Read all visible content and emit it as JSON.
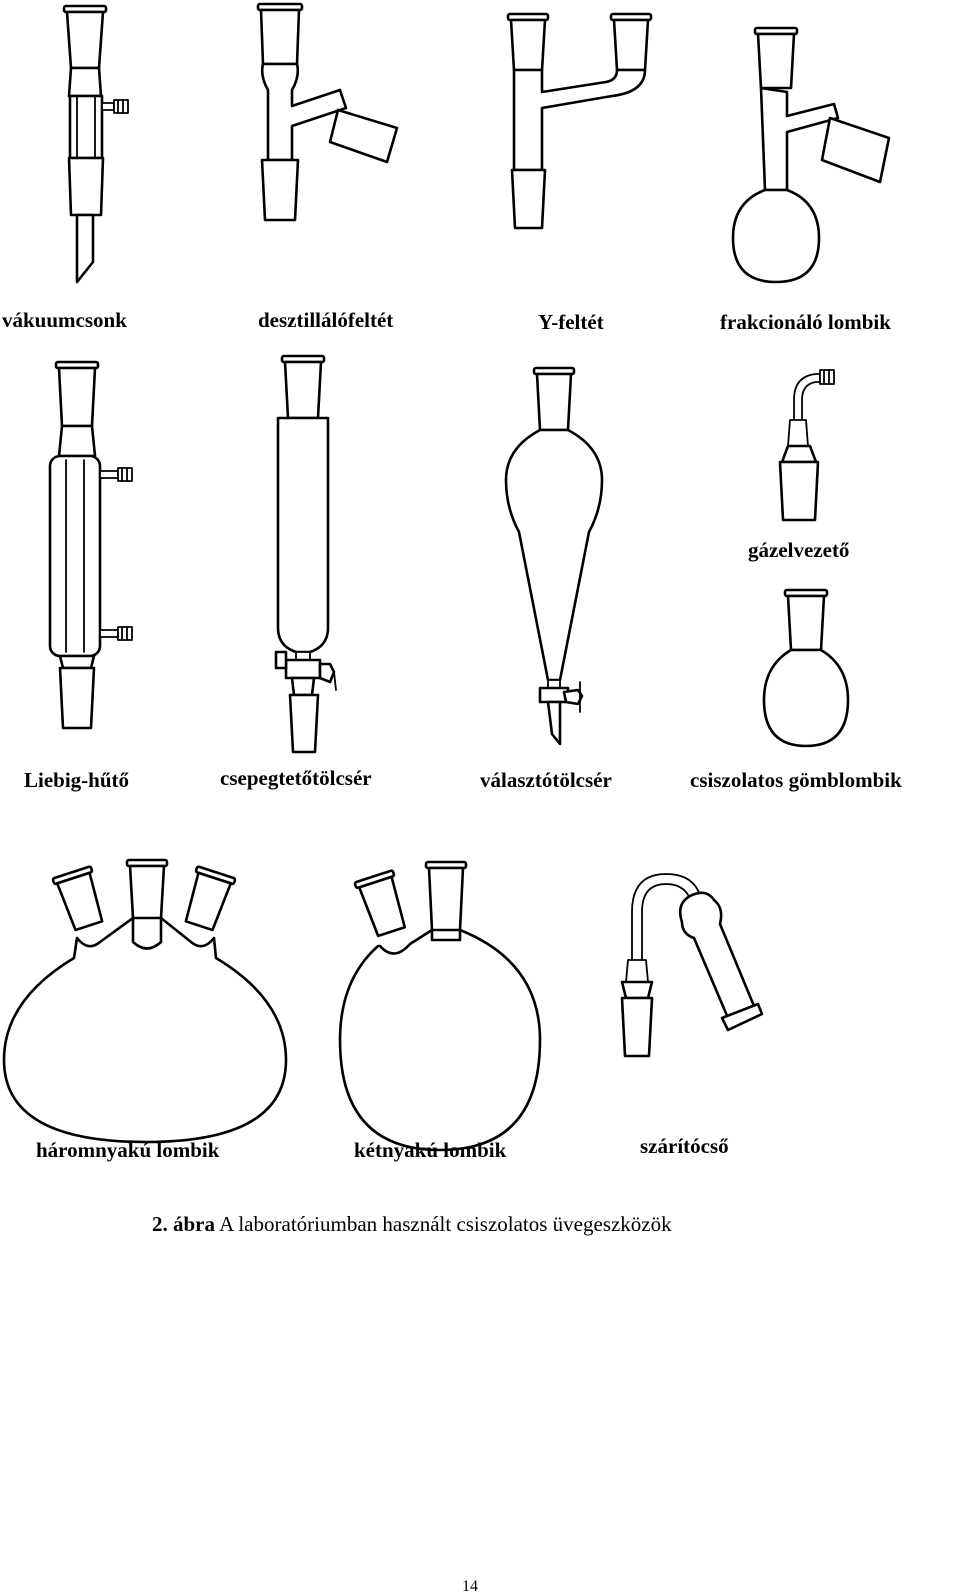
{
  "apparatus": [
    {
      "id": "vakuumcsonk",
      "label": "vákuumcsonk"
    },
    {
      "id": "desztillalofeltet",
      "label": "desztillálófeltét"
    },
    {
      "id": "y-feltet",
      "label": "Y-feltét"
    },
    {
      "id": "frakcionalo-lombik",
      "label": "frakcionáló lombik"
    },
    {
      "id": "liebig-huto",
      "label": "Liebig-hűtő"
    },
    {
      "id": "csepegtetotolcser",
      "label": "csepegtetőtölcsér"
    },
    {
      "id": "valasztotolcser",
      "label": "választótölcsér"
    },
    {
      "id": "gazelvezeto",
      "label": "gázelvezető"
    },
    {
      "id": "csiszolatos-gomblombik",
      "label": "csiszolatos gömblombik"
    },
    {
      "id": "haromnyaku-lombik",
      "label": "háromnyakú lombik"
    },
    {
      "id": "ketnyaku-lombik",
      "label": "kétnyakú lombik"
    },
    {
      "id": "szaritocso",
      "label": "szárítócső"
    }
  ],
  "caption": {
    "figure_number": "2. ábra",
    "text": "A laboratóriumban használt csiszolatos üvegeszközök"
  },
  "page_number": "14"
}
